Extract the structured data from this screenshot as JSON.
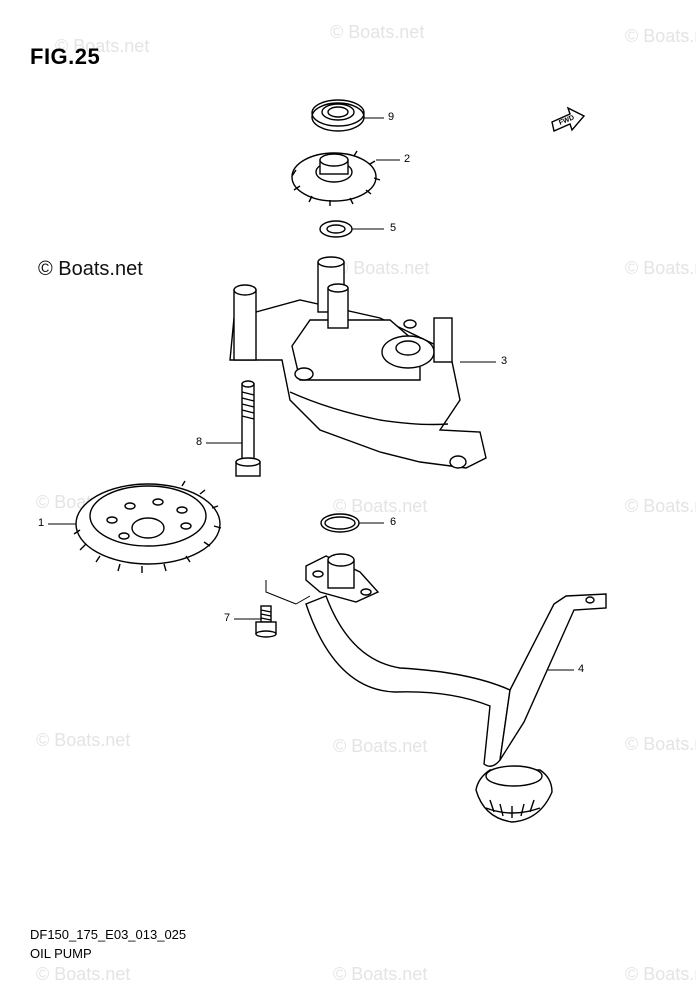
{
  "figure": {
    "title": "FIG.25",
    "code": "DF150_175_E03_013_025",
    "name": "OIL PUMP"
  },
  "watermark": {
    "primary": "© Boats.net",
    "repeated": "© Boats.net"
  },
  "fwd_arrow": {
    "label": "FWD"
  },
  "callouts": [
    {
      "id": "9",
      "part": "oil-seal"
    },
    {
      "id": "2",
      "part": "driven-gear"
    },
    {
      "id": "5",
      "part": "washer"
    },
    {
      "id": "3",
      "part": "oil-pump-assembly"
    },
    {
      "id": "8",
      "part": "pump-bolt"
    },
    {
      "id": "1",
      "part": "drive-gear"
    },
    {
      "id": "6",
      "part": "o-ring"
    },
    {
      "id": "7",
      "part": "strainer-bolt"
    },
    {
      "id": "4",
      "part": "oil-strainer-pipe"
    }
  ]
}
